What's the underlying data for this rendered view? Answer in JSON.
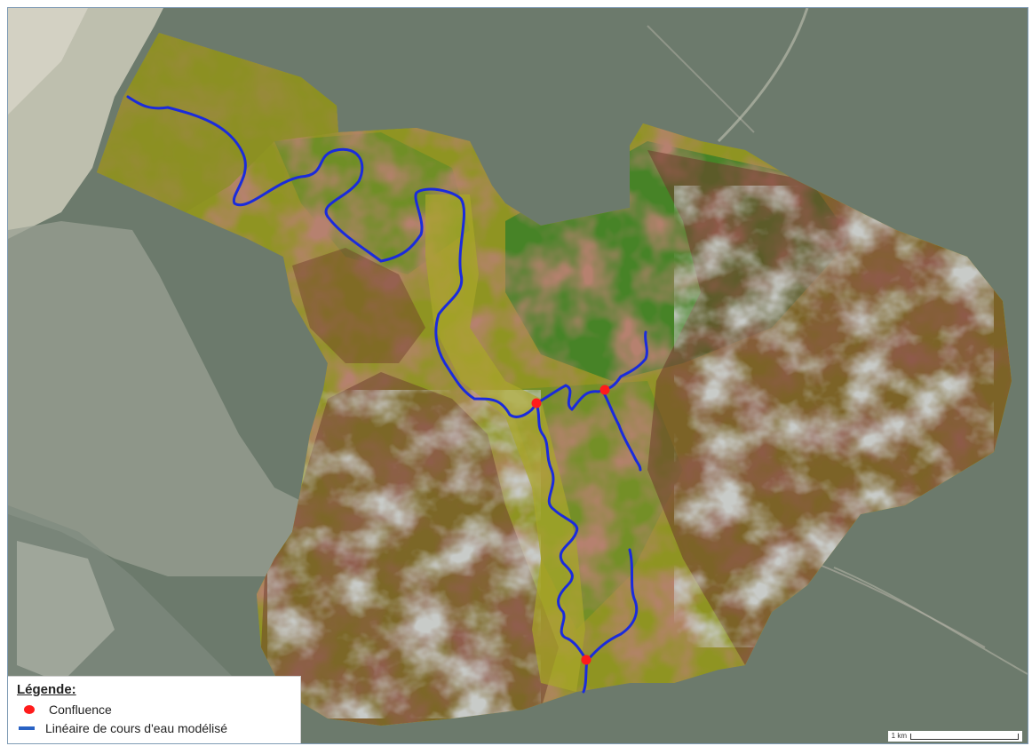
{
  "legend": {
    "title": "Légende:",
    "items": [
      {
        "label": "Confluence",
        "symbol": "red-dot",
        "color": "#ff1b1b"
      },
      {
        "label": "Linéaire de cours d'eau modélisé",
        "symbol": "blue-line",
        "color": "#2962c4"
      }
    ]
  },
  "scale": {
    "label": "1 km"
  },
  "colors": {
    "river": "#1a2bdc",
    "confluence": "#ff1b1b",
    "lowland": "#9a9a24",
    "vegetation": "#2f7d2a",
    "slope": "#7a3a2a",
    "ridge": "#8e9a98",
    "satellite_base": "#5f6e63"
  }
}
